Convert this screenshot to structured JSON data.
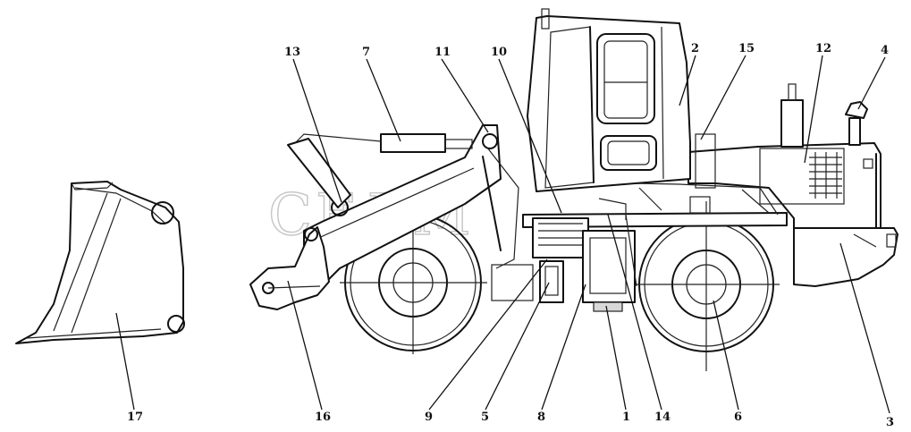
{
  "watermark": "СЕЛМ",
  "callouts": [
    {
      "id": "c1",
      "text": "1"
    },
    {
      "id": "c2",
      "text": "2"
    },
    {
      "id": "c3",
      "text": "3"
    },
    {
      "id": "c4",
      "text": "4"
    },
    {
      "id": "c5",
      "text": "5"
    },
    {
      "id": "c6",
      "text": "6"
    },
    {
      "id": "c7",
      "text": "7"
    },
    {
      "id": "c8",
      "text": "8"
    },
    {
      "id": "c9",
      "text": "9"
    },
    {
      "id": "c10",
      "text": "10"
    },
    {
      "id": "c11",
      "text": "11"
    },
    {
      "id": "c12",
      "text": "12"
    },
    {
      "id": "c13",
      "text": "13"
    },
    {
      "id": "c14",
      "text": "14"
    },
    {
      "id": "c15",
      "text": "15"
    },
    {
      "id": "c16",
      "text": "16"
    },
    {
      "id": "c17",
      "text": "17"
    }
  ]
}
